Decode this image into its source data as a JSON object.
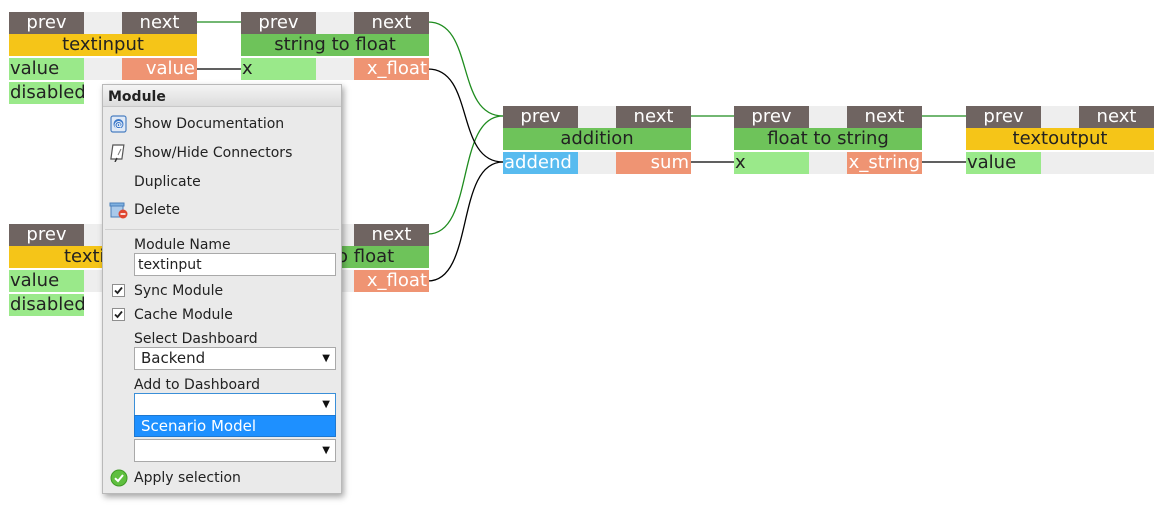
{
  "graph": {
    "modules": {
      "textinput1": {
        "prev": "prev",
        "next": "next",
        "title": "textinput",
        "input": "value",
        "output": "value",
        "extra": "disabled"
      },
      "stringtofloat1": {
        "prev": "prev",
        "next": "next",
        "title": "string to float",
        "input": "x",
        "output": "x_float"
      },
      "addition": {
        "prev": "prev",
        "next": "next",
        "title": "addition",
        "input": "addend",
        "output": "sum"
      },
      "floattostring": {
        "prev": "prev",
        "next": "next",
        "title": "float to string",
        "input": "x",
        "output": "x_string"
      },
      "textoutput": {
        "prev": "prev",
        "next": "next",
        "title": "textoutput",
        "input": "value"
      },
      "textinput2": {
        "prev": "prev",
        "title_visible": "texti",
        "input": "value",
        "extra": "disabled"
      },
      "stringtofloat2": {
        "next": "next",
        "title_visible": "o float",
        "output": "x_float"
      }
    },
    "colors": {
      "flow_wire": "#1e8c1e",
      "data_wire": "#000000"
    }
  },
  "context_menu": {
    "header": "Module",
    "items": [
      {
        "label": "Show Documentation",
        "icon": "documentation-icon"
      },
      {
        "label": "Show/Hide Connectors",
        "icon": "connectors-icon"
      },
      {
        "label": "Duplicate",
        "icon": ""
      },
      {
        "label": "Delete",
        "icon": "delete-icon"
      }
    ],
    "module_name_label": "Module Name",
    "module_name_value": "textinput",
    "sync_label": "Sync Module",
    "sync_checked": true,
    "cache_label": "Cache Module",
    "cache_checked": true,
    "select_dashboard_label": "Select Dashboard",
    "select_dashboard_value": "Backend",
    "add_dashboard_label": "Add to Dashboard",
    "add_dashboard_value": "",
    "add_dashboard_highlighted_option": "Scenario Model",
    "second_select_value": "",
    "apply_label": "Apply selection"
  }
}
